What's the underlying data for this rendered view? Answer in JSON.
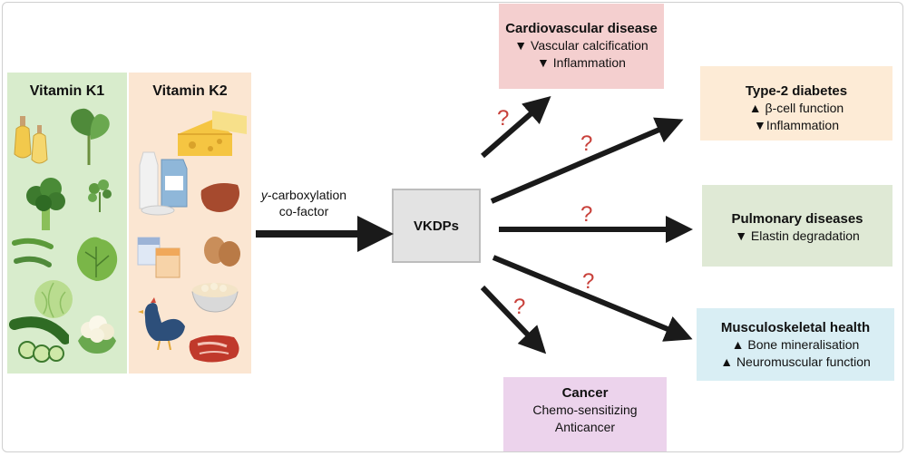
{
  "vitamin_k1": {
    "title": "Vitamin K1"
  },
  "vitamin_k2": {
    "title": "Vitamin K2"
  },
  "cofactor": {
    "prefix": "y",
    "line1_rest": "-carboxylation",
    "line2": "co-factor"
  },
  "vkdps": {
    "label": "VKDPs"
  },
  "question_mark": "?",
  "outcomes": {
    "cardiovascular": {
      "title": "Cardiovascular disease",
      "lines": [
        "▼ Vascular calcification",
        "▼ Inflammation"
      ]
    },
    "diabetes": {
      "title": "Type-2 diabetes",
      "lines": [
        "▲  β-cell function",
        "▼Inflammation"
      ]
    },
    "pulmonary": {
      "title": "Pulmonary diseases",
      "lines": [
        "▼ Elastin degradation"
      ]
    },
    "musculoskeletal": {
      "title": "Musculoskeletal health",
      "lines": [
        "▲ Bone mineralisation",
        "▲ Neuromuscular function"
      ]
    },
    "cancer": {
      "title": "Cancer",
      "lines": [
        "Chemo-sensitizing",
        "Anticancer"
      ]
    }
  },
  "colors": {
    "k1_panel": "#d8eccc",
    "k2_panel": "#fbe6d2",
    "cardio_box": "#f4cfcf",
    "diabetes_box": "#fdebd6",
    "pulmonary_box": "#dfe9d5",
    "musculoskeletal_box": "#d9eef4",
    "cancer_box": "#ecd3ec",
    "vkdp_box": "#e3e3e3",
    "arrow": "#1a1a1a",
    "question_mark": "#c8403a"
  },
  "icons": {
    "k1_foods": [
      "oil-bottles-icon",
      "spinach-icon",
      "broccoli-icon",
      "parsley-icon",
      "green-beans-icon",
      "lettuce-icon",
      "cabbage-icon",
      "cucumber-icon",
      "cauliflower-icon"
    ],
    "k2_foods": [
      "cheese-icon",
      "milk-icon",
      "liver-icon",
      "yogurt-icon",
      "eggs-icon",
      "beans-bowl-icon",
      "chicken-icon",
      "steak-icon"
    ]
  }
}
